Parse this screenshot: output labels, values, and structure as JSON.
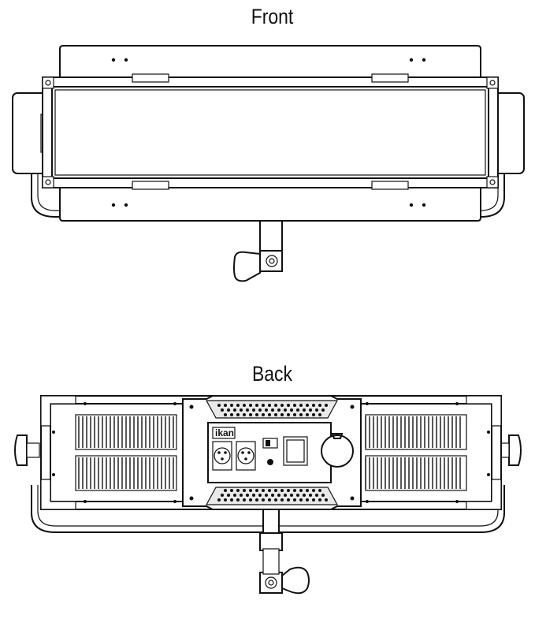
{
  "views": {
    "front": {
      "title": "Front"
    },
    "back": {
      "title": "Back",
      "logo_text": "ikan"
    }
  }
}
